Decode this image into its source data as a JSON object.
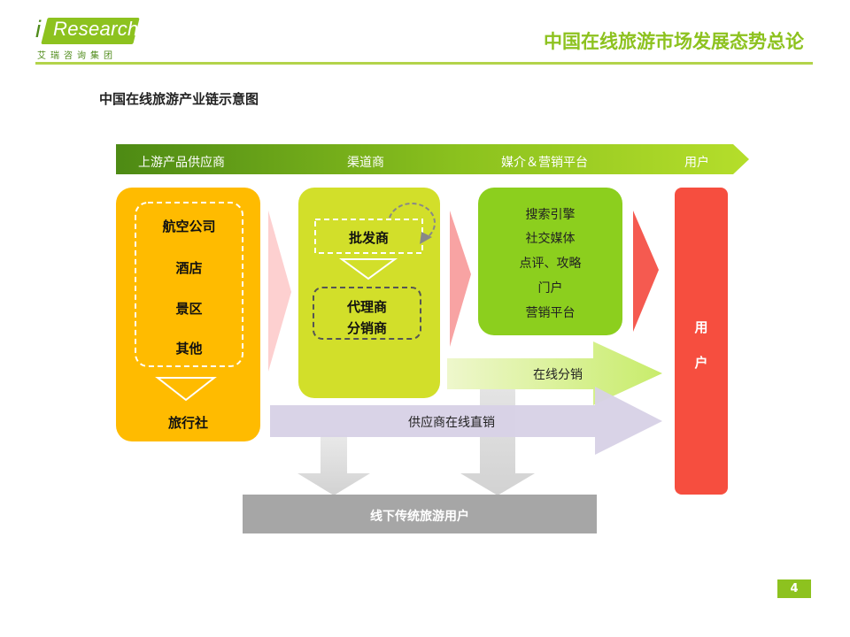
{
  "logo": {
    "i": "i",
    "word": "Research",
    "cn": "艾瑞咨询集团"
  },
  "page_title": "中国在线旅游市场发展态势总论",
  "subtitle": "中国在线旅游产业链示意图",
  "band": [
    "上游产品供应商",
    "渠道商",
    "媒介＆营销平台",
    "用户"
  ],
  "upstream": {
    "items": [
      "航空公司",
      "酒店",
      "景区",
      "其他"
    ],
    "agency": "旅行社"
  },
  "channel": {
    "wholesaler": "批发商",
    "agent": "代理商",
    "distributor": "分销商"
  },
  "media": {
    "items": [
      "搜索引擎",
      "社交媒体",
      "点评、攻略",
      "门户",
      "营销平台"
    ]
  },
  "user_box": {
    "chars": [
      "用",
      "户"
    ]
  },
  "arrows": {
    "online_distribution": "在线分销",
    "supplier_direct": "供应商在线直销"
  },
  "offline": "线下传统旅游用户",
  "page_number": "4",
  "colors": {
    "brand_green": "#8dc21f",
    "orange": "#ffbb00",
    "yellow_green": "#d2df2a",
    "green": "#8ccf1e",
    "red": "#f64e3f",
    "gray": "#a6a6a6"
  }
}
